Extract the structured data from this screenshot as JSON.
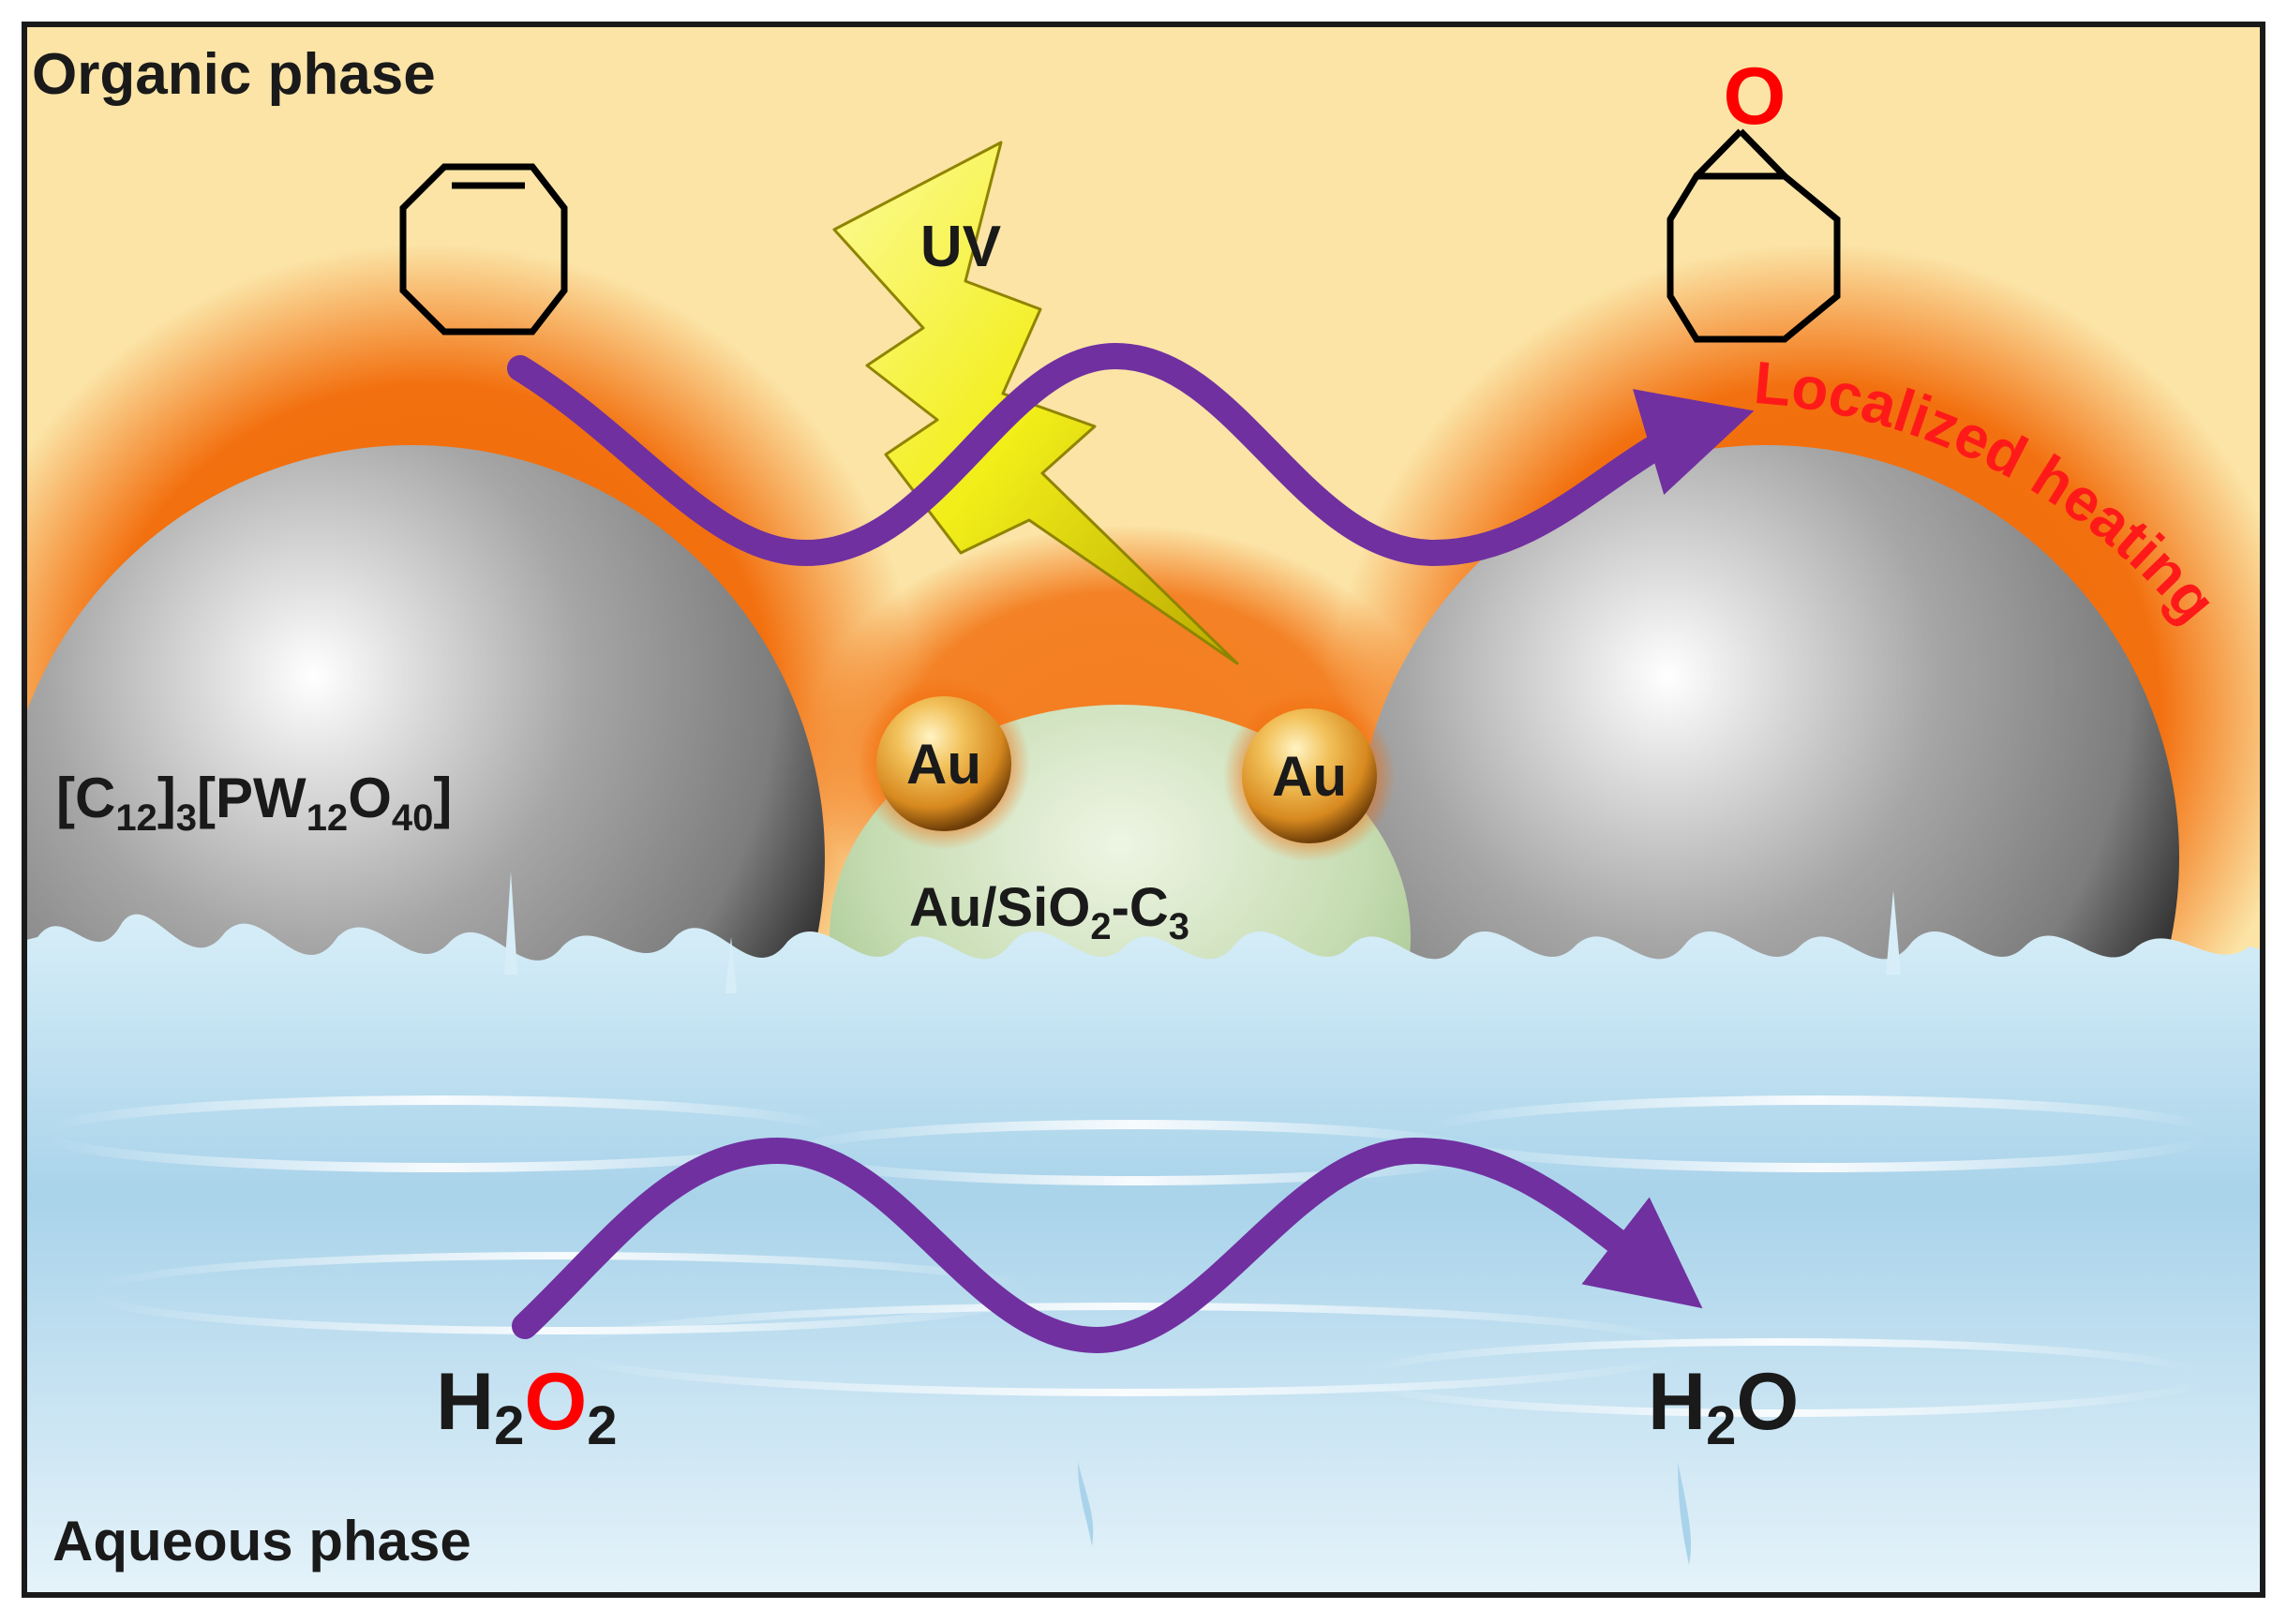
{
  "labels": {
    "organic_phase": "Organic phase",
    "aqueous_phase": "Aqueous phase",
    "uv": "UV",
    "localized_heating": "Localized heating",
    "epoxide_oxygen": "O",
    "au_left": "Au",
    "au_right": "Au",
    "support": {
      "base": "Au/SiO",
      "sub1": "2",
      "mid": "-C",
      "sub2": "3"
    },
    "catalyst": {
      "p1": "[C",
      "s1": "12",
      "p2": "]",
      "s2": "3",
      "p3": "[PW",
      "s3": "12",
      "p4": "O",
      "s4": "40",
      "p5": "]"
    },
    "h2o2": {
      "h": "H",
      "sub1": "2",
      "o": "O",
      "sub2": "2"
    },
    "h2o": {
      "h": "H",
      "sub": "2",
      "o": "O"
    }
  },
  "colors": {
    "organic_background": "#fbe4a6",
    "heating_glow": "#f26a07",
    "arrow": "#7030a0",
    "oxygen_red": "#ff0000",
    "lightning": "#f2ee19",
    "water": "#a9d3ea",
    "au_particle": "#e8a338",
    "support": "#c6dcb2",
    "sphere": "#8e8e8e"
  },
  "icons": {
    "reactant": "cyclooctene-structure",
    "product": "cyclooctene-oxide-structure",
    "uv_source": "lightning-bolt-icon"
  }
}
